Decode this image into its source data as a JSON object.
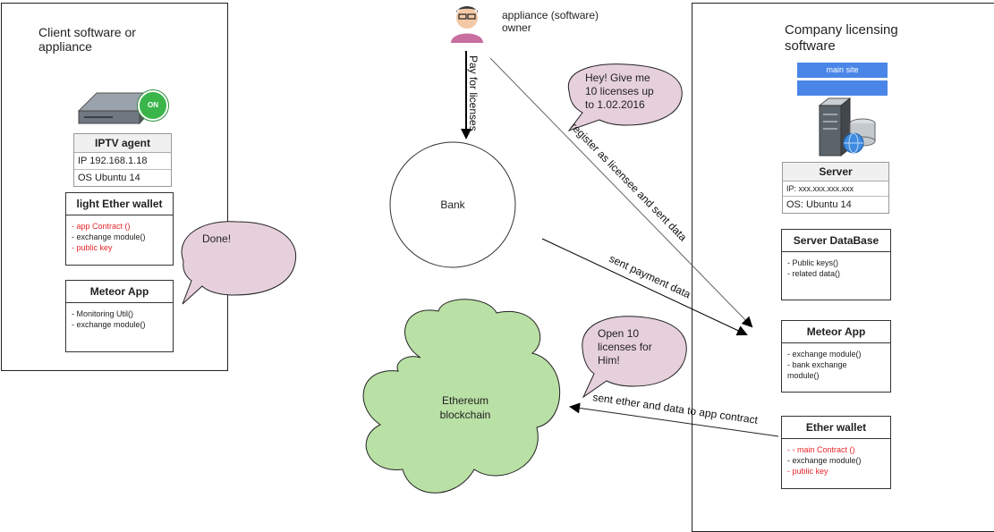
{
  "client_panel": {
    "title_line1": "Client software or",
    "title_line2": "appliance",
    "device_badge": "ON",
    "agent": {
      "title": "IPTV agent",
      "ip": "IP 192.168.1.18",
      "os": "OS Ubuntu 14"
    },
    "wallet": {
      "title": "light Ether wallet",
      "items": [
        " app Contract ()",
        "- exchange module()",
        "- public key"
      ]
    },
    "meteor": {
      "title": "Meteor App",
      "items": [
        "- Monitoring Util()",
        "- exchange module()"
      ]
    },
    "bubble": "Done!"
  },
  "owner": {
    "line1": "appliance (software)",
    "line2": "owner"
  },
  "bank": {
    "label": "Bank"
  },
  "blockchain": {
    "line1": "Ethereum",
    "line2": "blockchain"
  },
  "bubbles": {
    "request": {
      "line1": "Hey! Give me",
      "line2": "10 licenses up",
      "line3": "to 1.02.2016"
    },
    "open": {
      "line1": "Open 10",
      "line2": "licenses for",
      "line3": "Him!"
    }
  },
  "arrows": {
    "pay": "Pay for licenses",
    "register": "register as licensee and sent data",
    "payment": "sent payment data",
    "ether": "sent ether and data to app contract"
  },
  "company_panel": {
    "title_line1": "Company licensing",
    "title_line2": "software",
    "site_label": "main site",
    "server": {
      "title": "Server",
      "ip": "IP: xxx.xxx.xxx.xxx",
      "os": "OS: Ubuntu 14"
    },
    "database": {
      "title": "Server DataBase",
      "items": [
        "- Public keys()",
        "- related data()"
      ]
    },
    "meteor": {
      "title": "Meteor App",
      "items": [
        "- exchange module()",
        "- bank exchange",
        "module()"
      ]
    },
    "wallet": {
      "title": "Ether wallet",
      "items": [
        "- main Contract ()",
        "- exchange module()",
        "- public key"
      ]
    }
  },
  "colors": {
    "bubble_fill": "#e6d0dc",
    "cloud_fill": "#b9e0a5",
    "site_blue": "#4a86e8",
    "red_text": "#e8262a"
  }
}
